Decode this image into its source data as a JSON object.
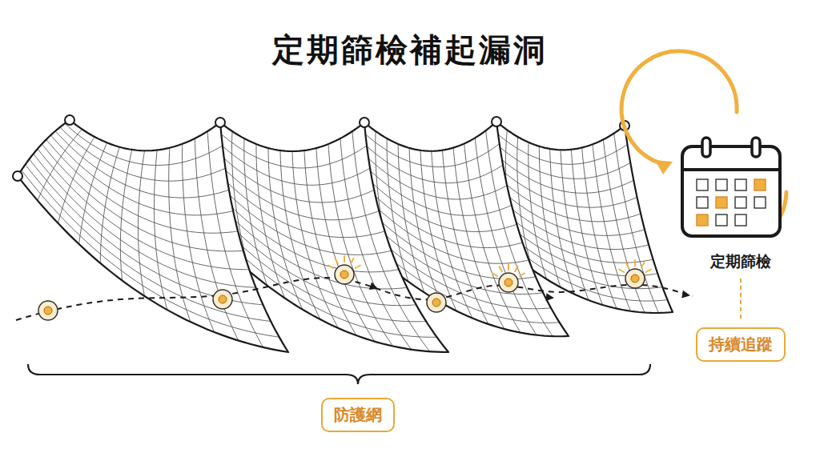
{
  "diagram": {
    "title": "定期篩檢補起漏洞",
    "nodes": [
      {
        "text": [
          "持續追蹤"
        ]
      },
      {
        "text": [
          "防護網"
        ]
      }
    ],
    "labels": [
      "定期篩檢"
    ]
  }
}
